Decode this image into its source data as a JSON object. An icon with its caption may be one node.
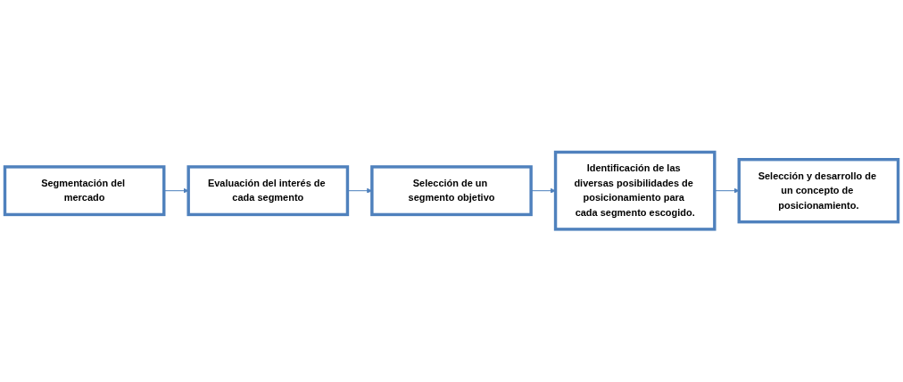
{
  "diagram": {
    "nodes": [
      {
        "text": [
          "Segmentación del mercado"
        ]
      },
      {
        "text": [
          "Evaluación del interés de cada segmento"
        ]
      },
      {
        "text": [
          "Selección de un segmento objetivo"
        ]
      },
      {
        "text": [
          "Identificación de las diversas posibilidades de posicionamiento para cada segmento escogido."
        ]
      },
      {
        "text": [
          "Selección y desarrollo de un concepto de posicionamiento."
        ]
      }
    ],
    "edges": [
      {
        "from": 0,
        "to": 1,
        "arrow": "to"
      },
      {
        "from": 1,
        "to": 2,
        "arrow": "to"
      },
      {
        "from": 2,
        "to": 3,
        "arrow": "to"
      },
      {
        "from": 3,
        "to": 4,
        "arrow": "to"
      }
    ]
  }
}
